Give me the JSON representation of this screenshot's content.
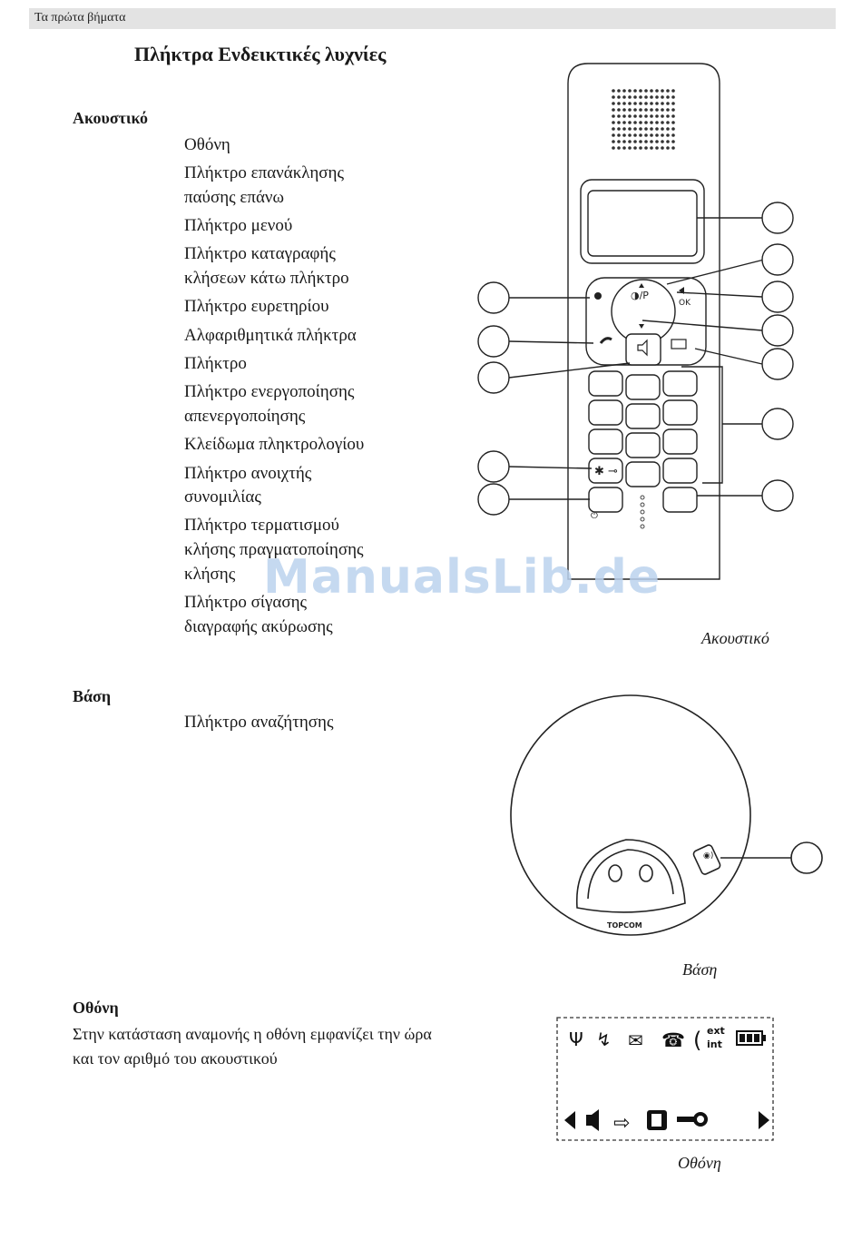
{
  "header": {
    "section": "Τα πρώτα βήματα"
  },
  "page_title": "Πλήκτρα Ενδεικτικές λυχνίες",
  "handset": {
    "heading": "Ακουστικό",
    "items": [
      "Οθόνη",
      "Πλήκτρο επανάκλησης",
      "παύσης επάνω",
      "Πλήκτρο μενού",
      "Πλήκτρο καταγραφής",
      "κλήσεων κάτω πλήκτρο",
      "Πλήκτρο ευρετηρίου",
      "Αλφαριθμητικά πλήκτρα",
      "Πλήκτρο",
      "Πλήκτρο ενεργοποίησης",
      "απενεργοποίησης",
      "Κλείδωμα πληκτρολογίου",
      "Πλήκτρο ανοιχτής",
      "συνομιλίας",
      "Πλήκτρο τερματισμού",
      "κλήσης πραγματοποίησης",
      "κλήσης",
      "Πλήκτρο σίγασης",
      "διαγραφής ακύρωσης"
    ],
    "caption": "Ακουστικό",
    "key_labels": {
      "redial": "◑/P",
      "ok": "OK"
    }
  },
  "base": {
    "heading": "Βάση",
    "items": [
      "Πλήκτρο αναζήτησης"
    ],
    "caption": "Βάση",
    "brand": "TOPCOM"
  },
  "display": {
    "heading": "Οθόνη",
    "text_line1": "Στην κατάσταση αναμονής η οθόνη εμφανίζει την ώρα",
    "text_line2": "και τον αριθμό του ακουστικού",
    "caption": "Οθόνη",
    "ext_label": "ext",
    "int_label": "int",
    "top_icons": [
      "antenna-icon",
      "missed-call-icon",
      "voicemail-envelope-icon",
      "phone-icon",
      "ext-int-call-icon",
      "battery-icon"
    ],
    "bottom_icons": [
      "arrow-left-icon",
      "speaker-icon",
      "menu-arrow-icon",
      "phonebook-icon",
      "key-lock-icon",
      "arrow-right-icon"
    ]
  },
  "watermark": "ManualsLib.de"
}
